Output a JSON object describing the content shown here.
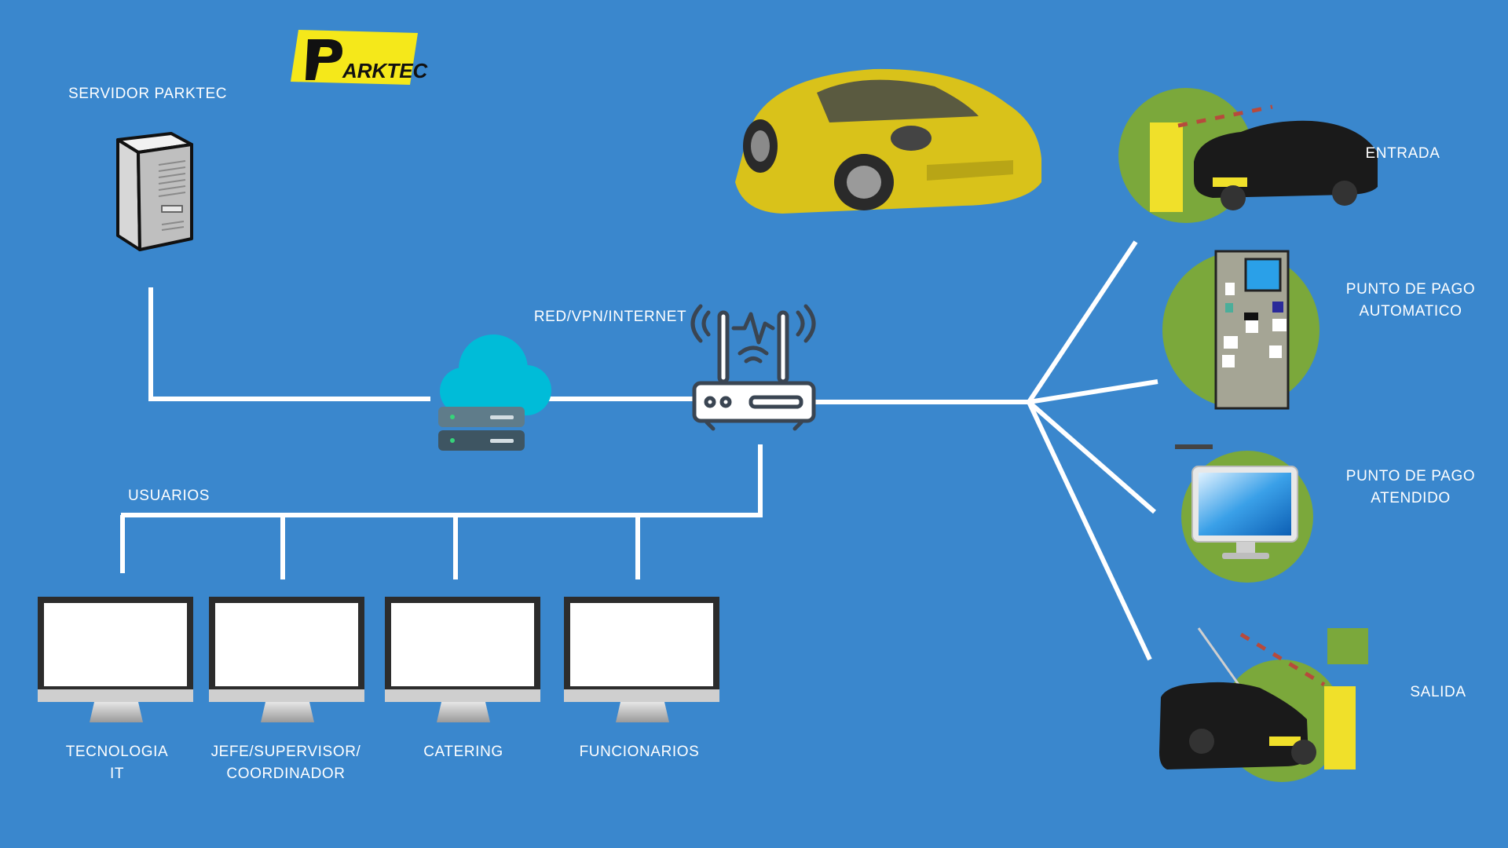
{
  "brand": {
    "logo_text": "PARKTEC"
  },
  "server": {
    "label": "SERVIDOR PARKTEC"
  },
  "network": {
    "label": "RED/VPN/INTERNET"
  },
  "users": {
    "label": "USUARIOS",
    "groups": [
      {
        "line1": "TECNOLOGIA",
        "line2": "IT"
      },
      {
        "line1": "JEFE/SUPERVISOR/",
        "line2": "COORDINADOR"
      },
      {
        "line1": "CATERING",
        "line2": ""
      },
      {
        "line1": "FUNCIONARIOS",
        "line2": ""
      }
    ]
  },
  "devices": [
    {
      "line1": "ENTRADA",
      "line2": ""
    },
    {
      "line1": "PUNTO DE PAGO",
      "line2": "AUTOMATICO"
    },
    {
      "line1": "PUNTO DE PAGO",
      "line2": "ATENDIDO"
    },
    {
      "line1": "SALIDA",
      "line2": ""
    }
  ],
  "colors": {
    "background": "#3a87cd",
    "line": "#ffffff",
    "logo_yellow": "#f5e81a",
    "device_circle": "#7ba83b",
    "cloud": "#00bcd8",
    "car_yellow": "#d9c21a"
  }
}
